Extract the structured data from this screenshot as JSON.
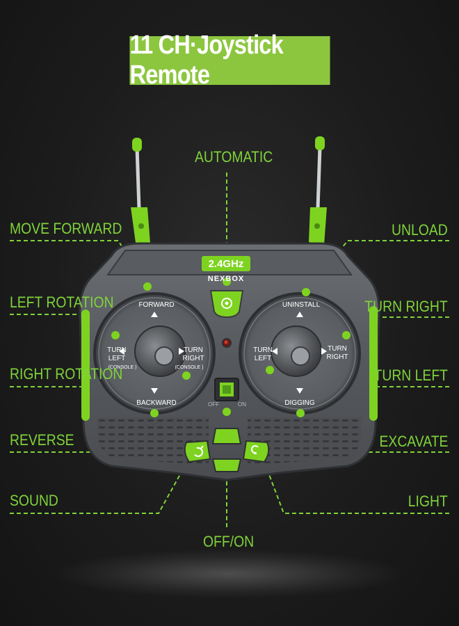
{
  "title": "11 CH·Joystick Remote",
  "brand": {
    "frequency": "2.4GHz",
    "name": "NEXBOX"
  },
  "accent_color": "#8cc63f",
  "label_color": "#7fd33a",
  "callouts": {
    "automatic": "AUTOMATIC",
    "move_forward": "MOVE FORWARD",
    "unload": "UNLOAD",
    "left_rotation": "LEFT ROTATION",
    "turn_right": "TURN RIGHT",
    "right_rotation": "RIGHT ROTATION",
    "turn_left": "TURN LEFT",
    "reverse": "REVERSE",
    "excavate": "EXCAVATE",
    "sound": "SOUND",
    "light": "LIGHT",
    "off_on": "OFF/ON"
  },
  "left_stick": {
    "up": "FORWARD",
    "down": "BACKWARD",
    "left_top": "TURN",
    "left_bottom": "LEFT",
    "left_note": "(CONSOLE )",
    "right_top": "TURN",
    "right_bottom": "RIGHT",
    "right_note": "(CONSOLE )"
  },
  "right_stick": {
    "up": "UNINSTALL",
    "down": "DIGGING",
    "left_top": "TURN",
    "left_bottom": "LEFT",
    "right_top": "TURN",
    "right_bottom": "RIGHT"
  },
  "power_switch": {
    "off": "OFF",
    "on": "ON"
  }
}
